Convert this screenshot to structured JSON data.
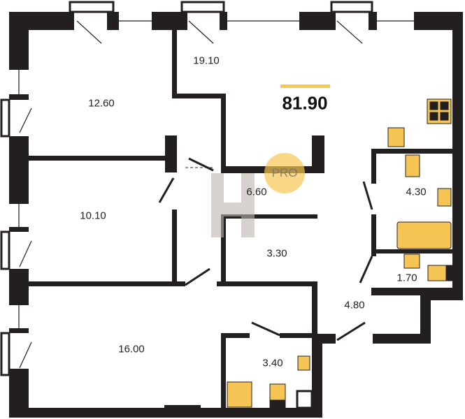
{
  "plan": {
    "total_area": "81.90",
    "badge": "PRO",
    "rooms": [
      {
        "name": "kitchen-living",
        "area": "19.10"
      },
      {
        "name": "bedroom-top",
        "area": "12.60"
      },
      {
        "name": "hall",
        "area": "6.60"
      },
      {
        "name": "bedroom-middle",
        "area": "10.10"
      },
      {
        "name": "corridor",
        "area": "3.30"
      },
      {
        "name": "bathroom",
        "area": "4.30"
      },
      {
        "name": "wc",
        "area": "1.70"
      },
      {
        "name": "entrance",
        "area": "4.80"
      },
      {
        "name": "bedroom-large",
        "area": "16.00"
      },
      {
        "name": "bathroom-small",
        "area": "3.40"
      }
    ]
  },
  "colors": {
    "wall": "#231f20",
    "fixture": "#f6c453",
    "accent": "#f5c850"
  }
}
